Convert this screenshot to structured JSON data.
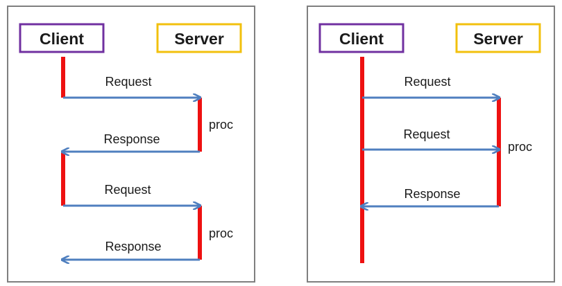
{
  "colors": {
    "client_border": "#7030a0",
    "server_border": "#f2c00d",
    "activation": "#ee1111",
    "arrow": "#4f7fbf",
    "panel_border": "#7f7f7f"
  },
  "left": {
    "client_label": "Client",
    "server_label": "Server",
    "messages": [
      "Request",
      "Response",
      "Request",
      "Response"
    ],
    "proc_labels": [
      "proc",
      "proc"
    ]
  },
  "right": {
    "client_label": "Client",
    "server_label": "Server",
    "messages": [
      "Request",
      "Request",
      "Response"
    ],
    "proc_labels": [
      "proc"
    ]
  }
}
